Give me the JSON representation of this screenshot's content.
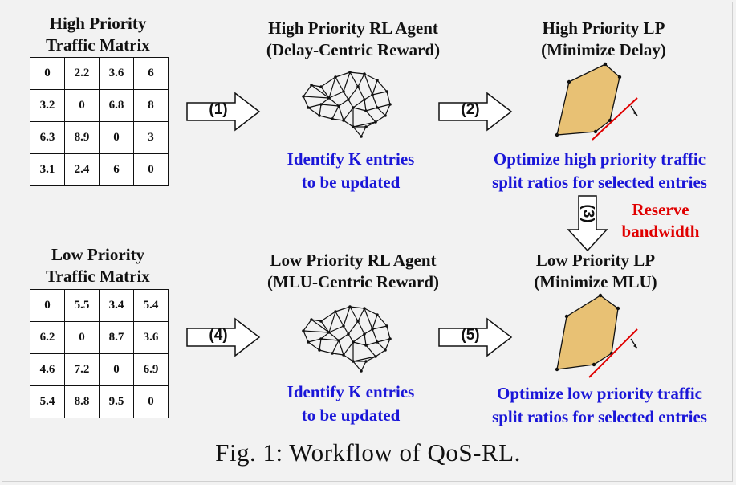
{
  "hp_matrix": {
    "title_line1": "High Priority",
    "title_line2": "Traffic Matrix",
    "rows": [
      [
        "0",
        "2.2",
        "3.6",
        "6"
      ],
      [
        "3.2",
        "0",
        "6.8",
        "8"
      ],
      [
        "6.3",
        "8.9",
        "0",
        "3"
      ],
      [
        "3.1",
        "2.4",
        "6",
        "0"
      ]
    ]
  },
  "lp_matrix": {
    "title_line1": "Low Priority",
    "title_line2": "Traffic Matrix",
    "rows": [
      [
        "0",
        "5.5",
        "3.4",
        "5.4"
      ],
      [
        "6.2",
        "0",
        "8.7",
        "3.6"
      ],
      [
        "4.6",
        "7.2",
        "0",
        "6.9"
      ],
      [
        "5.4",
        "8.8",
        "9.5",
        "0"
      ]
    ]
  },
  "hp_agent": {
    "title_line1": "High Priority RL Agent",
    "title_line2": "(Delay-Centric Reward)",
    "action_line1": "Identify K entries",
    "action_line2": "to be updated"
  },
  "lp_agent": {
    "title_line1": "Low Priority RL Agent",
    "title_line2": "(MLU-Centric Reward)",
    "action_line1": "Identify K entries",
    "action_line2": "to be updated"
  },
  "hp_lp": {
    "title_line1": "High Priority LP",
    "title_line2": "(Minimize Delay)",
    "action_line1": "Optimize high priority traffic",
    "action_line2": "split ratios for selected entries"
  },
  "lp_lp": {
    "title_line1": "Low Priority LP",
    "title_line2": "(Minimize MLU)",
    "action_line1": "Optimize low priority traffic",
    "action_line2": "split ratios for selected entries"
  },
  "steps": [
    "(1)",
    "(2)",
    "(3)",
    "(4)",
    "(5)"
  ],
  "reserve_line1": "Reserve",
  "reserve_line2": "bandwidth",
  "caption": "Fig. 1: Workflow of QoS-RL.",
  "colors": {
    "blue_text": "#1a16d8",
    "red_text": "#e00000",
    "polytope_fill": "#e8c174",
    "constraint_line": "#e00000"
  },
  "icons": [
    "brain-network-icon",
    "polytope-icon"
  ]
}
